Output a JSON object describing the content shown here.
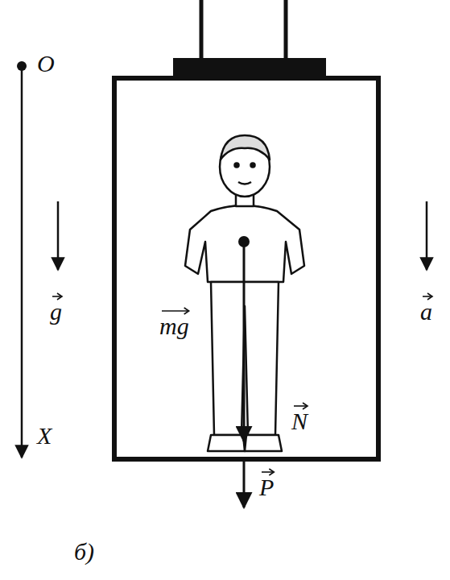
{
  "diagram": {
    "labels": [
      "O",
      "g",
      "X",
      "mg",
      "N",
      "a",
      "P",
      "б)"
    ]
  }
}
